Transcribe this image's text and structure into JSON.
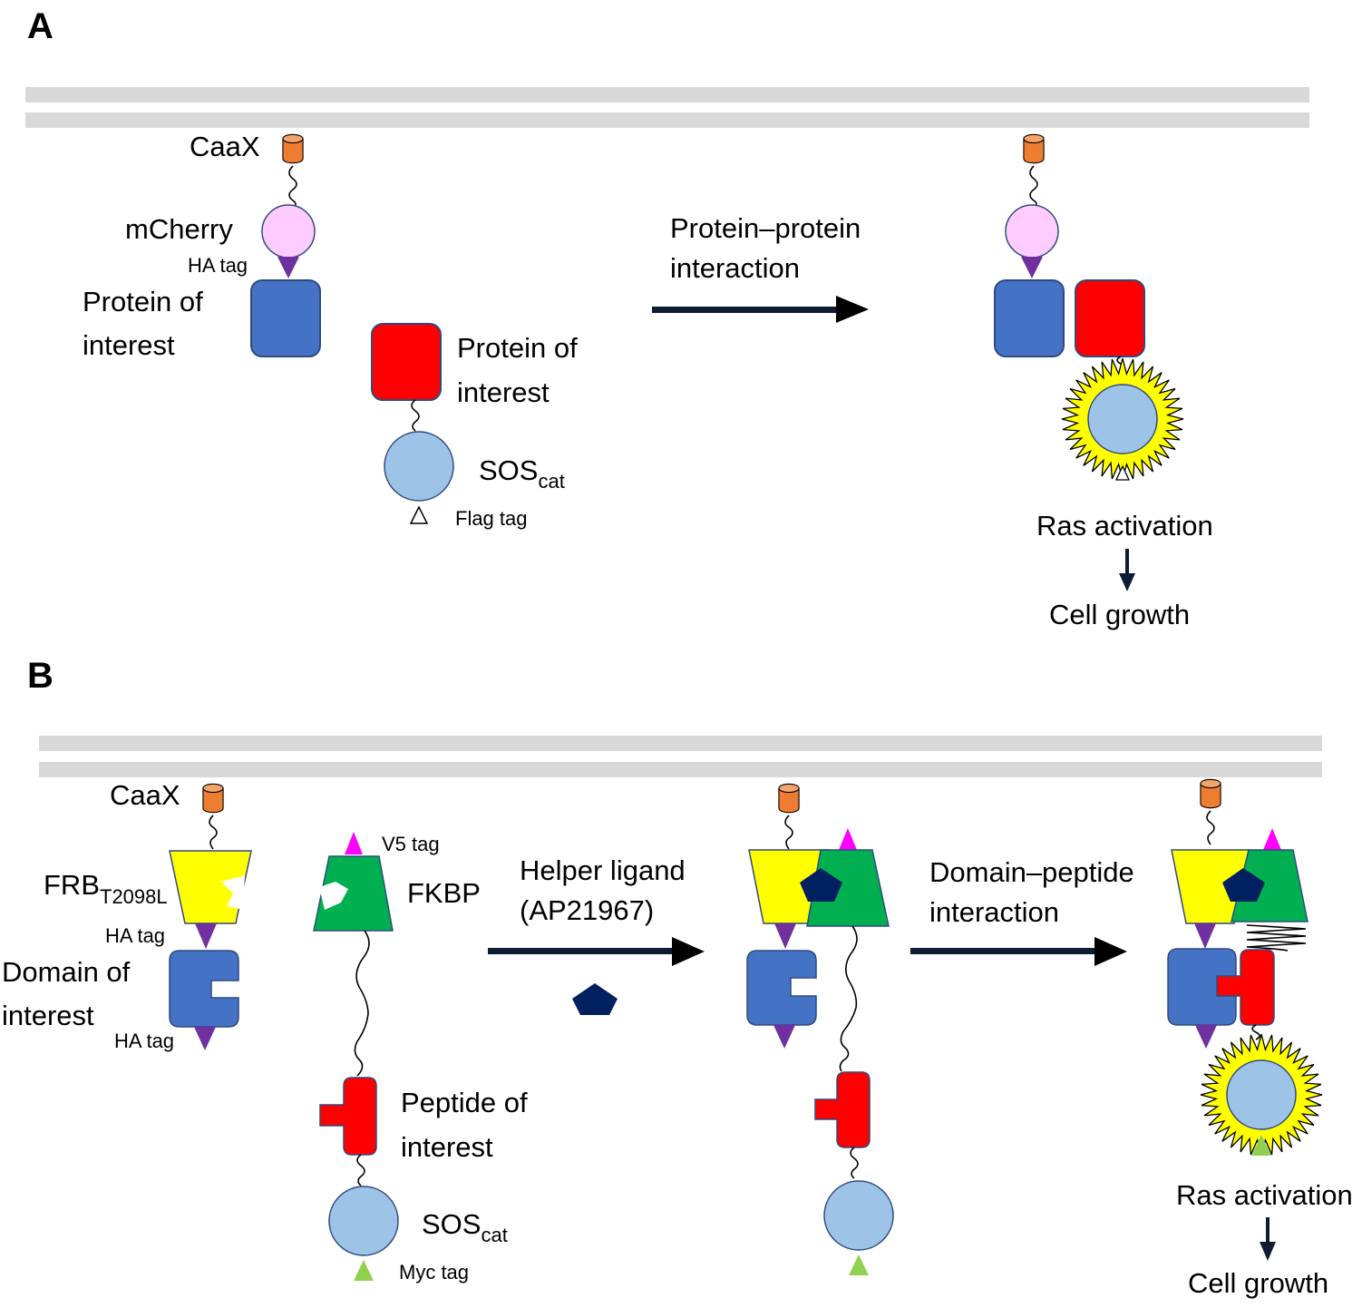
{
  "panels": {
    "a": {
      "letter": "A",
      "caax": "CaaX",
      "mcherry": "mCherry",
      "ha_tag": "HA tag",
      "poi_blue_line1": "Protein of",
      "poi_blue_line2": "interest",
      "poi_red_line1": "Protein of",
      "poi_red_line2": "interest",
      "sos": "SOS",
      "sos_sub": "cat",
      "flag_tag": "Flag tag",
      "arrow_line1": "Protein–protein",
      "arrow_line2": "interaction",
      "ras": "Ras activation",
      "growth": "Cell growth"
    },
    "b": {
      "letter": "B",
      "caax": "CaaX",
      "frb": "FRB",
      "frb_sub": "T2098L",
      "ha_tag_top": "HA tag",
      "domain_line1": "Domain of",
      "domain_line2": "interest",
      "ha_tag_bottom": "HA tag",
      "v5_tag": "V5 tag",
      "fkbp": "FKBP",
      "peptide_line1": "Peptide of",
      "peptide_line2": "interest",
      "sos": "SOS",
      "sos_sub": "cat",
      "myc_tag": "Myc tag",
      "arrow1_line1": "Helper ligand",
      "arrow1_line2": "(AP21967)",
      "arrow2_line1": "Domain–peptide",
      "arrow2_line2": "interaction",
      "ras": "Ras activation",
      "growth": "Cell growth"
    }
  },
  "colors": {
    "membrane": "#d9d9d9",
    "caax": "#ed7d31",
    "mcherry": "#ffccff",
    "ha_tag": "#7030a0",
    "blue_protein": "#4472c4",
    "red_protein": "#ff0000",
    "sos": "#9dc3e6",
    "burst": "#ffff00",
    "frb": "#ffff00",
    "fkbp": "#00b050",
    "v5_tag": "#ff00ff",
    "myc_tag": "#92d050",
    "ligand": "#002060",
    "arrow": "#0d1b33"
  },
  "icons": {
    "caax": "cylinder-icon",
    "ligand": "pentagon-icon",
    "activation": "starburst-icon",
    "tag": "triangle-icon"
  }
}
